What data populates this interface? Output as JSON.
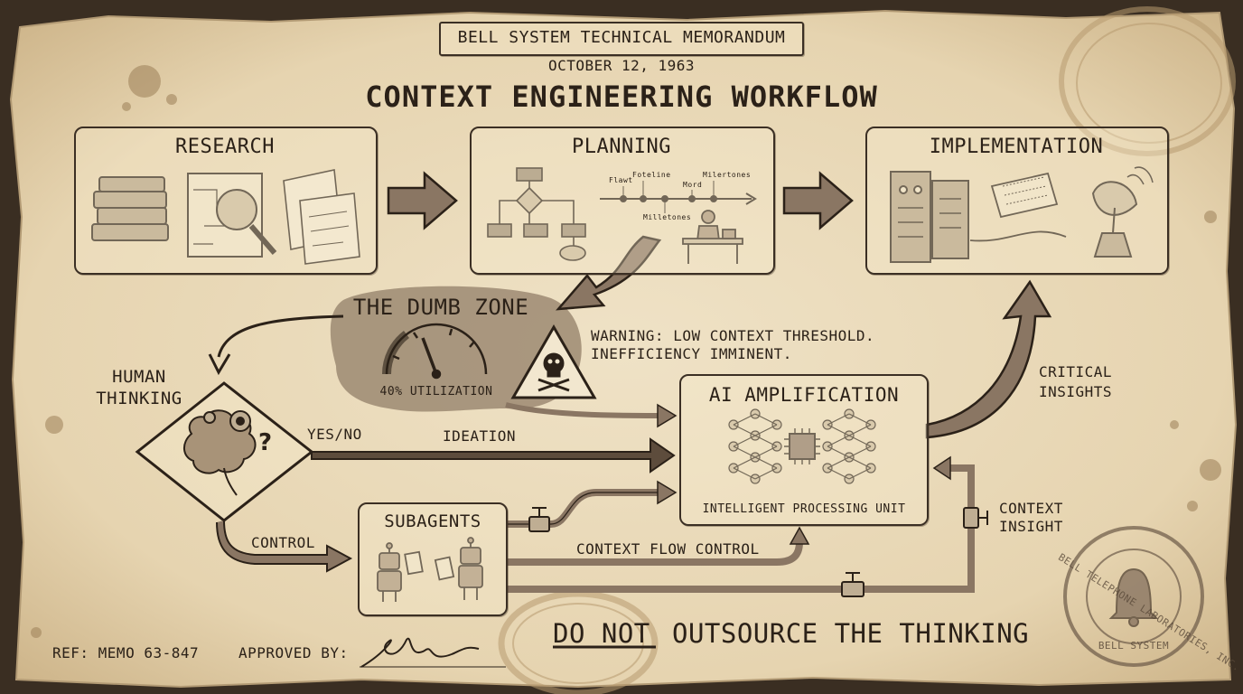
{
  "colors": {
    "paper": "#eadbbd",
    "ink": "#2b2118",
    "arrow_fill": "#8a7663",
    "dumb_zone_fill": "#9c8a72",
    "stain": "#b89b70"
  },
  "header": {
    "stamp": "BELL SYSTEM TECHNICAL MEMORANDUM",
    "date": "OCTOBER 12, 1963",
    "title": "CONTEXT ENGINEERING WORKFLOW"
  },
  "stages": {
    "research": {
      "label": "RESEARCH",
      "icons": [
        "books-icon",
        "circuit-magnifier-icon",
        "equation-papers-icon"
      ]
    },
    "planning": {
      "label": "PLANNING",
      "timeline_labels": [
        "Flawt",
        "Foteline",
        "Mord",
        "Milertones",
        "Milletones"
      ],
      "icons": [
        "flowchart-icon",
        "timeline-icon",
        "person-at-desk-icon"
      ]
    },
    "implementation": {
      "label": "IMPLEMENTATION",
      "icons": [
        "mainframe-computer-icon",
        "punch-card-icon",
        "satellite-dish-icon"
      ]
    }
  },
  "dumb_zone": {
    "title": "THE DUMB ZONE",
    "gauge_label": "40% UTILIZATION",
    "utilization_fraction": 0.4,
    "warning_lines": [
      "WARNING: LOW CONTEXT THRESHOLD.",
      "INEFFICIENCY IMMINENT."
    ],
    "icons": [
      "gauge-icon",
      "skull-warning-icon"
    ]
  },
  "human_thinking": {
    "label_lines": [
      "HUMAN",
      "THINKING"
    ],
    "icons": [
      "brain-gears-icon"
    ]
  },
  "edges": {
    "yes_no": "YES/NO",
    "ideation": "IDEATION",
    "control": "CONTROL",
    "context_flow_control": "CONTEXT FLOW CONTROL",
    "critical_insights_lines": [
      "CRITICAL",
      "INSIGHTS"
    ],
    "context_insight_lines": [
      "CONTEXT",
      "INSIGHT"
    ]
  },
  "ai_amplification": {
    "label": "AI AMPLIFICATION",
    "caption": "INTELLIGENT PROCESSING UNIT",
    "icons": [
      "neural-network-icon",
      "processor-chip-icon"
    ]
  },
  "subagents": {
    "label": "SUBAGENTS",
    "icons": [
      "robot-icon",
      "robot-icon"
    ]
  },
  "footer": {
    "ref": "REF: MEMO 63-847",
    "approved": "APPROVED BY:",
    "slogan_part1": "DO NOT",
    "slogan_part2": "OUTSOURCE THE THINKING"
  },
  "seal": {
    "ring_text": "BELL TELEPHONE LABORATORIES, INC.",
    "bottom_text": "BELL SYSTEM",
    "icons": [
      "bell-icon"
    ]
  }
}
